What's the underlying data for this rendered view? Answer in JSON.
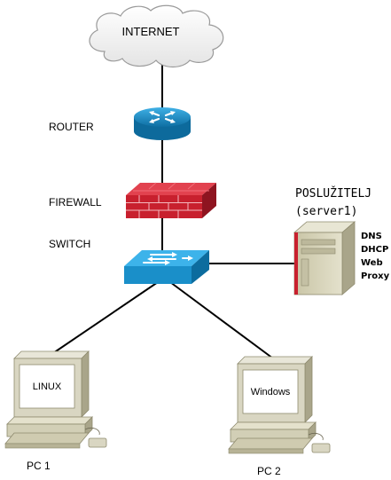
{
  "nodes": {
    "internet": {
      "label": "INTERNET"
    },
    "router": {
      "label": "ROUTER"
    },
    "firewall": {
      "label": "FIREWALL"
    },
    "switch": {
      "label": "SWITCH"
    },
    "server": {
      "title": "POSLUŽITELJ",
      "subtitle": "(server1)",
      "services": [
        "DNS",
        "DHCP",
        "Web",
        "Proxy"
      ]
    },
    "pc1": {
      "label": "PC 1",
      "screen_text": "LINUX"
    },
    "pc2": {
      "label": "PC 2",
      "screen_text": "Windows"
    }
  },
  "colors": {
    "router_blue": "#1a8fc9",
    "firewall_red": "#c8202e",
    "switch_blue": "#1a9ad6",
    "server_beige": "#d8d4b8",
    "pc_beige": "#d9d6c2"
  },
  "icons": {
    "internet": "cloud-icon",
    "router": "router-icon",
    "firewall": "firewall-icon",
    "switch": "switch-icon",
    "server": "server-tower-icon",
    "pc": "desktop-computer-icon"
  }
}
